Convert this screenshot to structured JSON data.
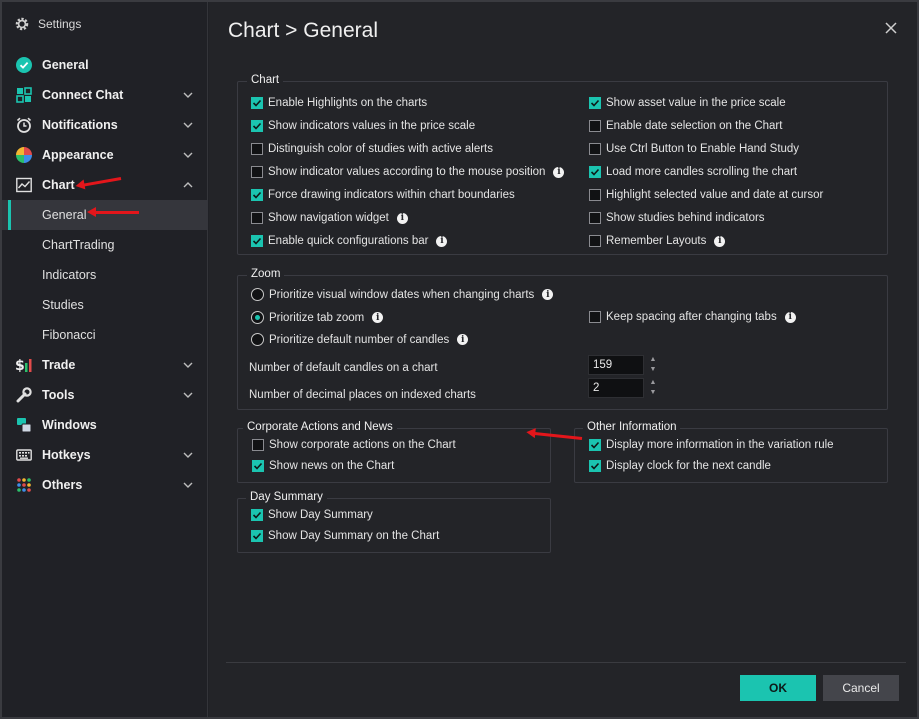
{
  "sidebar": {
    "header": "Settings",
    "items": [
      {
        "label": "General",
        "icon": "check-circle-icon",
        "expandable": false
      },
      {
        "label": "Connect Chat",
        "icon": "connect-chat-icon",
        "expandable": true
      },
      {
        "label": "Notifications",
        "icon": "alarm-clock-icon",
        "expandable": true
      },
      {
        "label": "Appearance",
        "icon": "palette-icon",
        "expandable": true
      },
      {
        "label": "Chart",
        "icon": "chart-icon",
        "expandable": true,
        "expanded": true
      },
      {
        "label": "Trade",
        "icon": "trade-icon",
        "expandable": true
      },
      {
        "label": "Tools",
        "icon": "wrench-icon",
        "expandable": true
      },
      {
        "label": "Windows",
        "icon": "windows-icon",
        "expandable": false
      },
      {
        "label": "Hotkeys",
        "icon": "keyboard-icon",
        "expandable": true
      },
      {
        "label": "Others",
        "icon": "grid-dots-icon",
        "expandable": true
      }
    ],
    "chart_subitems": [
      "General",
      "ChartTrading",
      "Indicators",
      "Studies",
      "Fibonacci"
    ],
    "active_subitem": "General"
  },
  "header": {
    "title": "Chart > General"
  },
  "groups": {
    "chart": {
      "title": "Chart",
      "left": [
        {
          "label": "Enable Highlights on the charts",
          "checked": true,
          "info": false
        },
        {
          "label": "Show indicators values in the price scale",
          "checked": true,
          "info": false
        },
        {
          "label": "Distinguish color of studies with active alerts",
          "checked": false,
          "info": false
        },
        {
          "label": "Show indicator values according to the mouse position",
          "checked": false,
          "info": true
        },
        {
          "label": "Force drawing indicators within chart boundaries",
          "checked": true,
          "info": false
        },
        {
          "label": "Show navigation widget",
          "checked": false,
          "info": true
        },
        {
          "label": "Enable quick configurations bar",
          "checked": true,
          "info": true
        }
      ],
      "right": [
        {
          "label": "Show asset value in the price scale",
          "checked": true,
          "info": false
        },
        {
          "label": "Enable date selection on the Chart",
          "checked": false,
          "info": false
        },
        {
          "label": "Use Ctrl Button to Enable Hand Study",
          "checked": false,
          "info": false
        },
        {
          "label": "Load more candles scrolling the chart",
          "checked": true,
          "info": false
        },
        {
          "label": "Highlight selected value and date at cursor",
          "checked": false,
          "info": false
        },
        {
          "label": "Show studies behind indicators",
          "checked": false,
          "info": false
        },
        {
          "label": "Remember Layouts",
          "checked": false,
          "info": true
        }
      ]
    },
    "zoom": {
      "title": "Zoom",
      "radios": [
        {
          "label": "Prioritize visual window dates when changing charts",
          "selected": false,
          "info": true
        },
        {
          "label": "Prioritize tab zoom",
          "selected": true,
          "info": true
        },
        {
          "label": "Prioritize default number of candles",
          "selected": false,
          "info": true
        }
      ],
      "keep_spacing": {
        "label": "Keep spacing after changing tabs",
        "checked": false,
        "info": true
      },
      "default_candles": {
        "label": "Number of default candles on a chart",
        "value": "159"
      },
      "decimal_places": {
        "label": "Number of decimal places on indexed charts",
        "value": "2"
      }
    },
    "corporate": {
      "title": "Corporate Actions and News",
      "items": [
        {
          "label": "Show corporate actions on the Chart",
          "checked": false
        },
        {
          "label": "Show news on the Chart",
          "checked": true
        }
      ]
    },
    "other_info": {
      "title": "Other Information",
      "items": [
        {
          "label": "Display more information in the variation rule",
          "checked": true
        },
        {
          "label": "Display clock for the next candle",
          "checked": true
        }
      ]
    },
    "day_summary": {
      "title": "Day Summary",
      "items": [
        {
          "label": "Show Day Summary",
          "checked": true
        },
        {
          "label": "Show Day Summary on the Chart",
          "checked": true
        }
      ]
    }
  },
  "footer": {
    "ok_label": "OK",
    "cancel_label": "Cancel"
  },
  "colors": {
    "accent": "#1bc4b0",
    "annotation_arrow": "#e3161b",
    "background": "#232428"
  }
}
